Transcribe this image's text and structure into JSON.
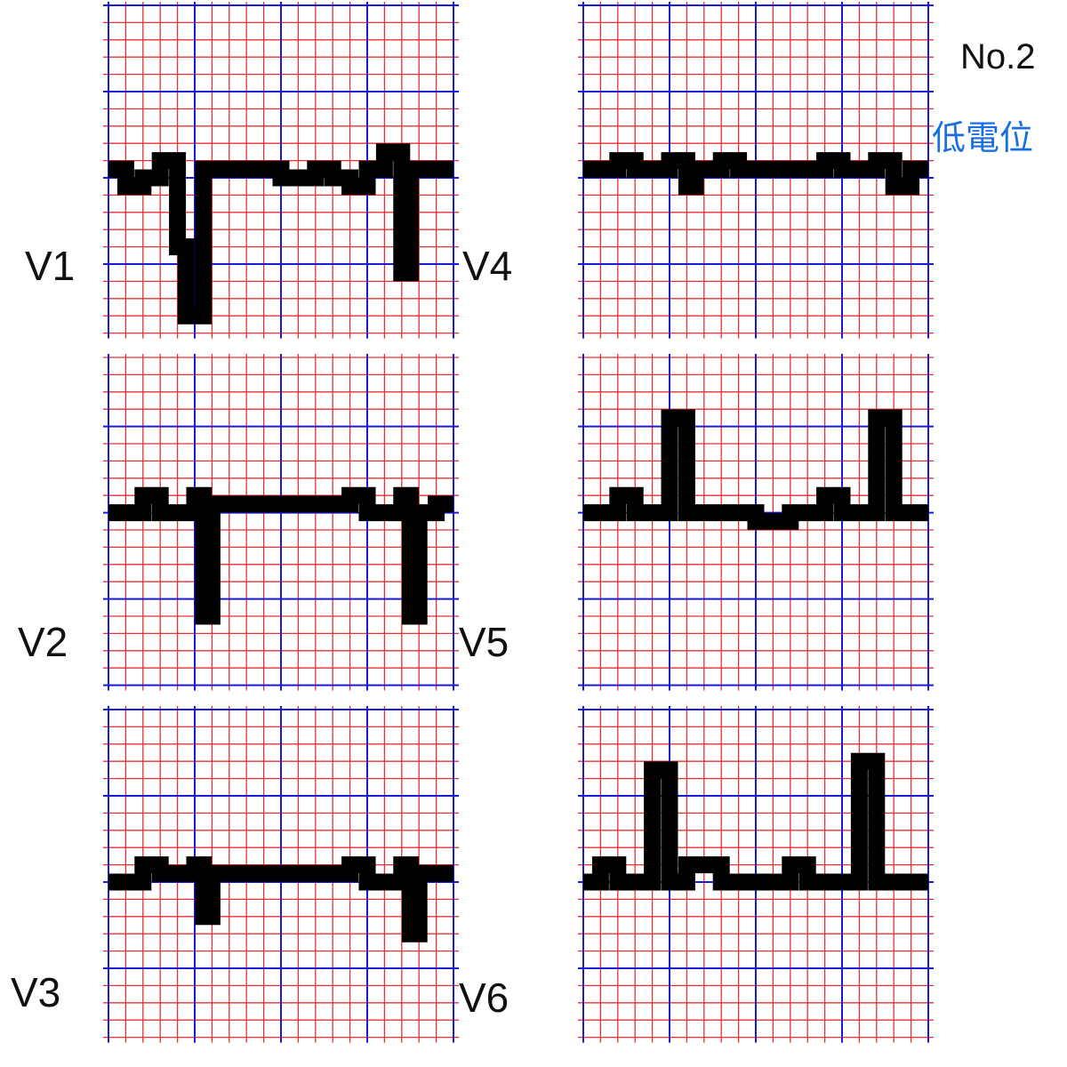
{
  "page_number": "No.2",
  "note": "低電位",
  "colors": {
    "minor_grid": "#e83030",
    "major_grid": "#1a1ad6",
    "trace": "#000000",
    "note": "#1a6fe0"
  },
  "leads": [
    {
      "label": "V1",
      "trace": [
        [
          0,
          0.5
        ],
        [
          1,
          0.5
        ],
        [
          1,
          -0.5
        ],
        [
          2,
          -0.5
        ],
        [
          2,
          0
        ],
        [
          3,
          0
        ],
        [
          3,
          1
        ],
        [
          4,
          1
        ],
        [
          4,
          -4
        ],
        [
          4.5,
          -4
        ],
        [
          4.5,
          -8
        ],
        [
          5.5,
          -8
        ],
        [
          5.5,
          0
        ],
        [
          5.5,
          0.5
        ],
        [
          10,
          0.5
        ],
        [
          10,
          0
        ],
        [
          12,
          0
        ],
        [
          12,
          0.5
        ],
        [
          13,
          0.5
        ],
        [
          13,
          0
        ],
        [
          14,
          0
        ],
        [
          14,
          -0.5
        ],
        [
          15,
          -0.5
        ],
        [
          15,
          0.5
        ],
        [
          16,
          0.5
        ],
        [
          16,
          1.5
        ],
        [
          17,
          1.5
        ],
        [
          17,
          -5.5
        ],
        [
          17.5,
          -5.5
        ],
        [
          17.5,
          0.5
        ],
        [
          20,
          0.5
        ]
      ]
    },
    {
      "label": "V4",
      "trace": [
        [
          0,
          0.5
        ],
        [
          2,
          0.5
        ],
        [
          2,
          1
        ],
        [
          3,
          1
        ],
        [
          3,
          0.5
        ],
        [
          5,
          0.5
        ],
        [
          5,
          1
        ],
        [
          6,
          1
        ],
        [
          6,
          0.5
        ],
        [
          6,
          -0.5
        ],
        [
          6.5,
          -0.5
        ],
        [
          6.5,
          0.5
        ],
        [
          8,
          0.5
        ],
        [
          8,
          1
        ],
        [
          9,
          1
        ],
        [
          9,
          0.5
        ],
        [
          14,
          0.5
        ],
        [
          14,
          1
        ],
        [
          15,
          1
        ],
        [
          15,
          0.5
        ],
        [
          17,
          0.5
        ],
        [
          17,
          1
        ],
        [
          18,
          1
        ],
        [
          18,
          0
        ],
        [
          18,
          -0.5
        ],
        [
          19,
          -0.5
        ],
        [
          19,
          0.5
        ],
        [
          20,
          0.5
        ]
      ]
    },
    {
      "label": "V2",
      "trace": [
        [
          0,
          0
        ],
        [
          2,
          0
        ],
        [
          2,
          1
        ],
        [
          3,
          1
        ],
        [
          3,
          0
        ],
        [
          5,
          0
        ],
        [
          5,
          1
        ],
        [
          5.5,
          1
        ],
        [
          5.5,
          -6
        ],
        [
          6,
          -6
        ],
        [
          6,
          0.5
        ],
        [
          14,
          0.5
        ],
        [
          14,
          1
        ],
        [
          15,
          1
        ],
        [
          15,
          0
        ],
        [
          17,
          0
        ],
        [
          17,
          1
        ],
        [
          17.5,
          1
        ],
        [
          17.5,
          -6
        ],
        [
          18,
          -6
        ],
        [
          18,
          0
        ],
        [
          19,
          0
        ],
        [
          19,
          0.5
        ],
        [
          20,
          0.5
        ]
      ]
    },
    {
      "label": "V5",
      "trace": [
        [
          0,
          0
        ],
        [
          2,
          0
        ],
        [
          2,
          1
        ],
        [
          3,
          1
        ],
        [
          3,
          0
        ],
        [
          5,
          0
        ],
        [
          5,
          5.5
        ],
        [
          6,
          5.5
        ],
        [
          6,
          0
        ],
        [
          10,
          0
        ],
        [
          10,
          -0.5
        ],
        [
          12,
          -0.5
        ],
        [
          12,
          0
        ],
        [
          14,
          0
        ],
        [
          14,
          1
        ],
        [
          15,
          1
        ],
        [
          15,
          0
        ],
        [
          17,
          0
        ],
        [
          17,
          5.5
        ],
        [
          18,
          5.5
        ],
        [
          18,
          0
        ],
        [
          20,
          0
        ]
      ]
    },
    {
      "label": "V3",
      "trace": [
        [
          0,
          0
        ],
        [
          2,
          0
        ],
        [
          2,
          1
        ],
        [
          3,
          1
        ],
        [
          3,
          0.5
        ],
        [
          5,
          0.5
        ],
        [
          5,
          1
        ],
        [
          5.5,
          1
        ],
        [
          5.5,
          -2
        ],
        [
          6,
          -2
        ],
        [
          6,
          0.5
        ],
        [
          14,
          0.5
        ],
        [
          14,
          1
        ],
        [
          15,
          1
        ],
        [
          15,
          0
        ],
        [
          17,
          0
        ],
        [
          17,
          1
        ],
        [
          17.5,
          1
        ],
        [
          17.5,
          -3
        ],
        [
          18,
          -3
        ],
        [
          18,
          0.5
        ],
        [
          20,
          0.5
        ]
      ]
    },
    {
      "label": "V6",
      "trace": [
        [
          0,
          0
        ],
        [
          1,
          0
        ],
        [
          1,
          1
        ],
        [
          2,
          1
        ],
        [
          2,
          0
        ],
        [
          4,
          0
        ],
        [
          4,
          6.5
        ],
        [
          5,
          6.5
        ],
        [
          5,
          0
        ],
        [
          6,
          0
        ],
        [
          6,
          1
        ],
        [
          8,
          1
        ],
        [
          8,
          0
        ],
        [
          12,
          0
        ],
        [
          12,
          1
        ],
        [
          13,
          1
        ],
        [
          13,
          0
        ],
        [
          16,
          0
        ],
        [
          16,
          7
        ],
        [
          17,
          7
        ],
        [
          17,
          0
        ],
        [
          20,
          0
        ]
      ]
    }
  ]
}
